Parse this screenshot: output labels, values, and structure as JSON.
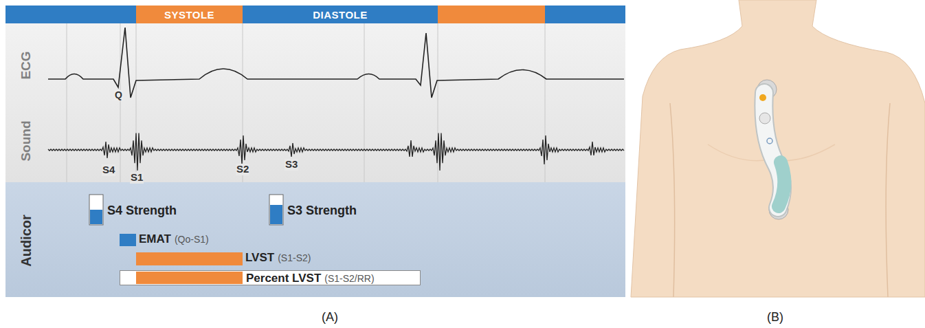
{
  "diagram": {
    "nodes": [
      {
        "text": [
          "SYSTOLE"
        ]
      },
      {
        "text": [
          "DIASTOLE"
        ]
      },
      {
        "text": [
          "Percent LVST",
          "(S1-S2/RR)"
        ]
      }
    ],
    "edges": [],
    "labels": [
      "ECG",
      "Sound",
      "Audicor",
      "Q",
      "S4",
      "S1",
      "S2",
      "S3",
      "S4 Strength",
      "S3 Strength",
      "EMAT",
      "(Qo-S1)",
      "LVST",
      "(S1-S2)",
      "(A)",
      "(B)"
    ]
  }
}
